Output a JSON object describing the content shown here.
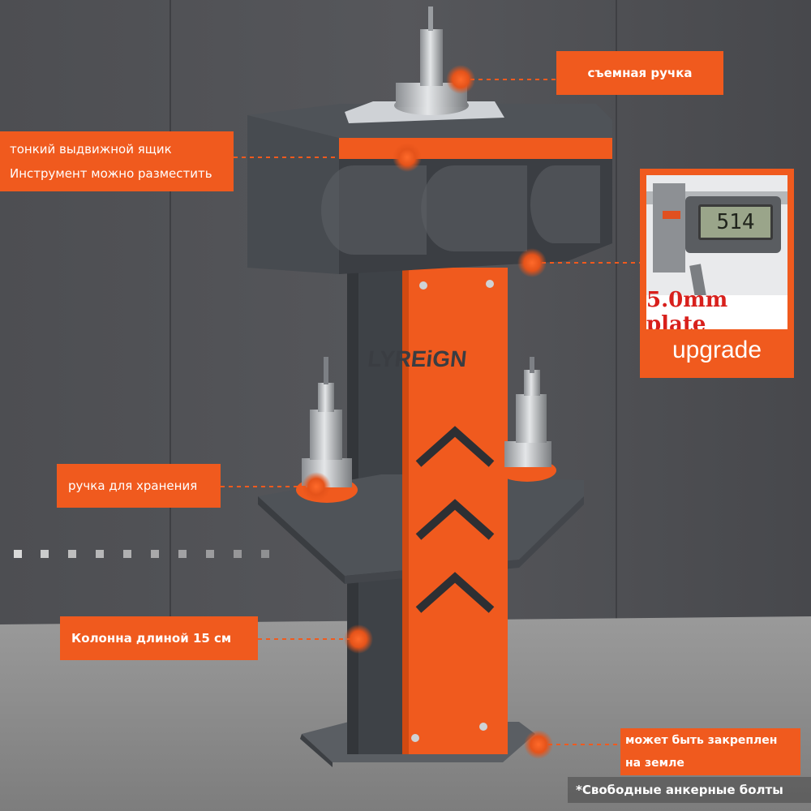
{
  "brand": "LYREiGN",
  "callouts": {
    "removable_handle": "съемная ручка",
    "drawer_line1": "тонкий выдвижной ящик",
    "drawer_line2": "Инструмент можно разместить",
    "storage_handle": "ручка для хранения",
    "column": "Колонна длиной 15 см",
    "ground_line1": "может быть закреплен",
    "ground_line2": "на земле",
    "anchor_note": "*Свободные анкерные болты"
  },
  "plate_card": {
    "reading": "514",
    "label": "5.0mm plate",
    "subtitle": "upgrade"
  },
  "colors": {
    "accent": "#f05a1e",
    "steel": "#4f5358",
    "wall": "#4a4b4f",
    "floor": "#8c8c8c",
    "label_red": "#d8201c"
  },
  "icons": [
    "location-dot-icon",
    "chevron-up-icon"
  ]
}
